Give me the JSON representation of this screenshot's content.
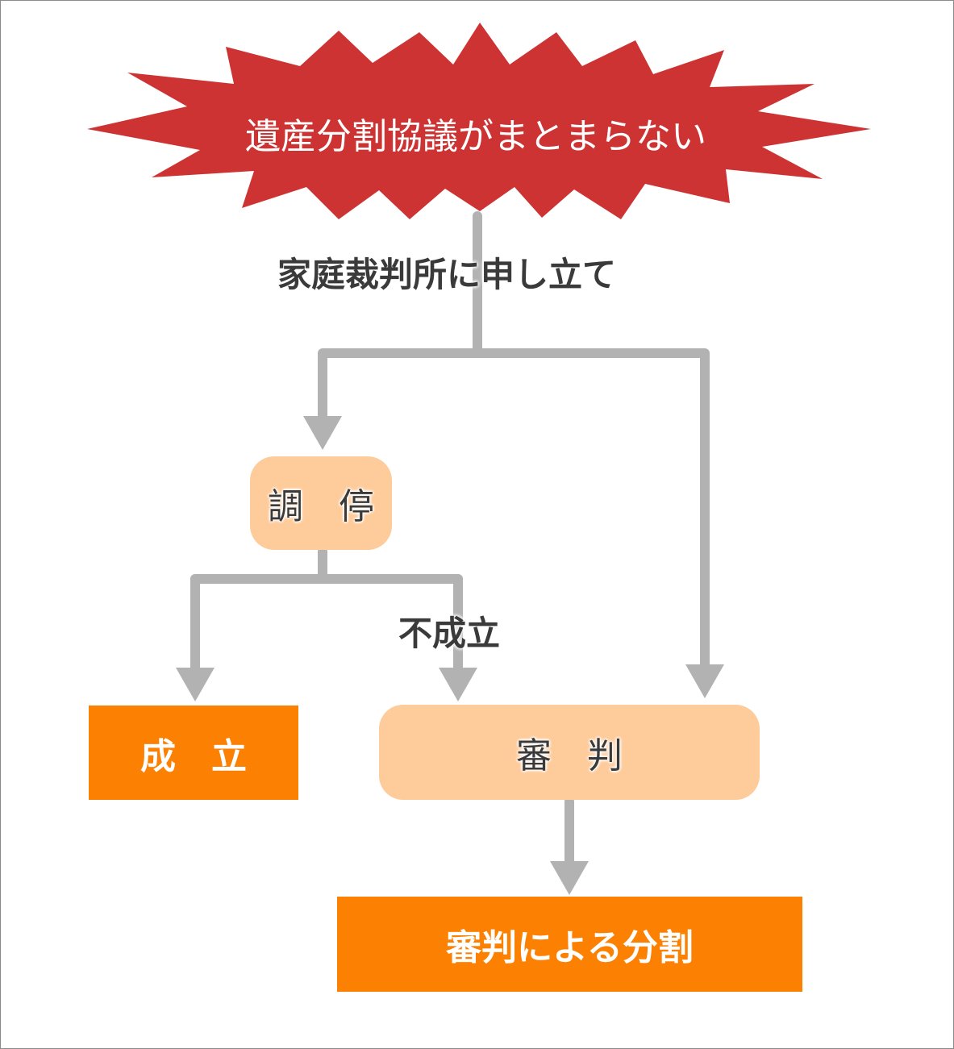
{
  "burst": {
    "text": "遺産分割協議がまとまらない",
    "color": "#cd3333"
  },
  "labels": {
    "apply": "家庭裁判所に申し立て",
    "failed": "不成立"
  },
  "nodes": {
    "mediation": "調　停",
    "settled": "成　立",
    "adjudication": "審　判",
    "division": "審判による分割"
  },
  "colors": {
    "arrow": "#b2b2b2",
    "pill": "#fecb9a",
    "box": "#fc8102",
    "text": "#3a3a3a"
  }
}
